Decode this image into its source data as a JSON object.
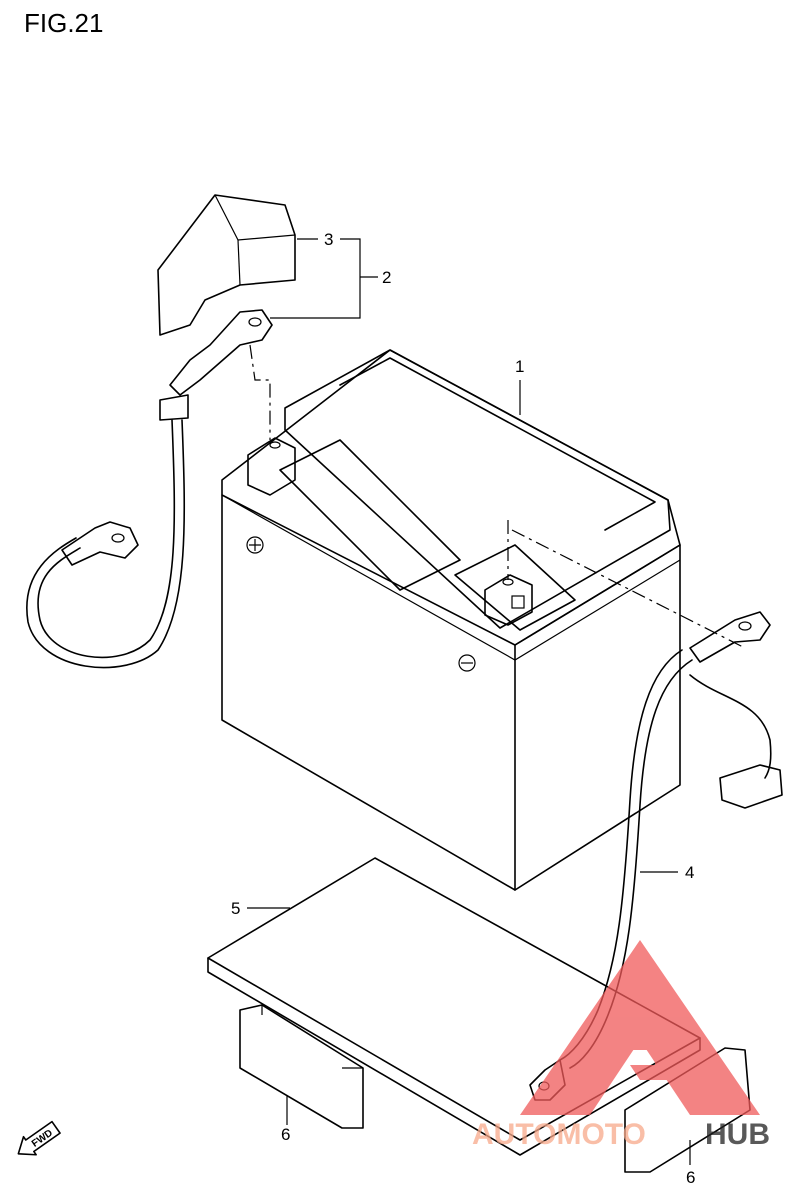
{
  "figure": {
    "title": "FIG.21"
  },
  "callouts": {
    "c1": "1",
    "c2": "2",
    "c3": "3",
    "c4": "4",
    "c5": "5",
    "c6a": "6",
    "c6b": "6"
  },
  "fwd_label": "FWD",
  "watermark": {
    "part1": "AUTOMOTO",
    "part2": "HUB",
    "color_part1": "#f8a98a",
    "color_part2": "#222222",
    "logo_color": "#f05a5a"
  }
}
